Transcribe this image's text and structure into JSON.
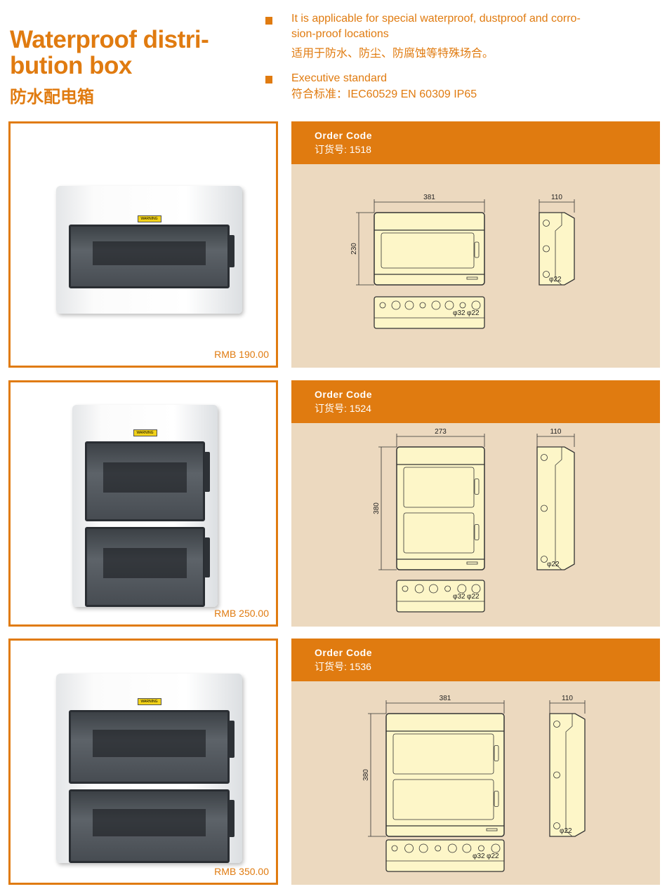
{
  "title": {
    "en": "Waterproof distri-\nbution box",
    "cn": "防水配电箱"
  },
  "features": [
    {
      "en": "It is applicable for special waterproof, dustproof and corro-\nsion-proof locations",
      "cn": "适用于防水、防尘、防腐蚀等特殊场合。"
    },
    {
      "en": "Executive standard",
      "cn": "符合标准：IEC60529   EN 60309   IP65"
    }
  ],
  "colors": {
    "accent": "#e07b10",
    "panel": "#ecd9bf",
    "drawing": "#fdf6c8"
  },
  "products": [
    {
      "order_label": "Order Code",
      "code_label": "订货号: 1518",
      "price": "RMB  190.00",
      "label_text": "WARNING",
      "dims": {
        "width": "381",
        "height": "230",
        "depth": "110",
        "hole_large": "φ32",
        "hole_small": "φ22",
        "side_hole": "φ22"
      }
    },
    {
      "order_label": "Order Code",
      "code_label": "订货号: 1524",
      "price": "RMB  250.00",
      "label_text": "WARNING",
      "dims": {
        "width": "273",
        "height": "380",
        "depth": "110",
        "hole_large": "φ32",
        "hole_small": "φ22",
        "side_hole": "φ22"
      }
    },
    {
      "order_label": "Order Code",
      "code_label": "订货号: 1536",
      "price": "RMB  350.00",
      "label_text": "WARNING",
      "dims": {
        "width": "381",
        "height": "380",
        "depth": "110",
        "hole_large": "φ32",
        "hole_small": "φ22",
        "side_hole": "φ22"
      }
    }
  ]
}
